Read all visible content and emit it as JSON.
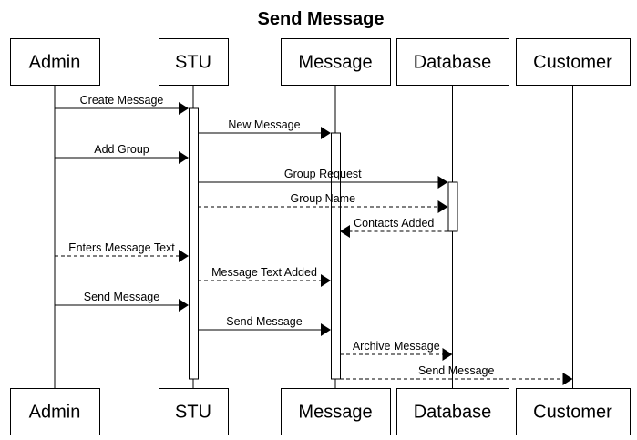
{
  "title": "Send Message",
  "participants": [
    {
      "id": "admin",
      "label": "Admin"
    },
    {
      "id": "stu",
      "label": "STU"
    },
    {
      "id": "message",
      "label": "Message"
    },
    {
      "id": "database",
      "label": "Database"
    },
    {
      "id": "customer",
      "label": "Customer"
    }
  ],
  "messages": [
    {
      "from": "admin",
      "to": "stu",
      "label": "Create Message",
      "style": "solid"
    },
    {
      "from": "stu",
      "to": "message",
      "label": "New Message",
      "style": "solid"
    },
    {
      "from": "admin",
      "to": "stu",
      "label": "Add Group",
      "style": "solid"
    },
    {
      "from": "stu",
      "to": "database",
      "label": "Group Request",
      "style": "solid"
    },
    {
      "from": "stu",
      "to": "database",
      "label": "Group Name",
      "style": "dashed"
    },
    {
      "from": "database",
      "to": "message",
      "label": "Contacts Added",
      "style": "dashed"
    },
    {
      "from": "admin",
      "to": "stu",
      "label": "Enters Message Text",
      "style": "dashed"
    },
    {
      "from": "stu",
      "to": "message",
      "label": "Message Text Added",
      "style": "dashed"
    },
    {
      "from": "admin",
      "to": "stu",
      "label": "Send Message",
      "style": "solid"
    },
    {
      "from": "stu",
      "to": "message",
      "label": "Send Message",
      "style": "solid"
    },
    {
      "from": "message",
      "to": "database",
      "label": "Archive Message",
      "style": "dashed"
    },
    {
      "from": "message",
      "to": "customer",
      "label": "Send Message",
      "style": "dashed"
    }
  ]
}
